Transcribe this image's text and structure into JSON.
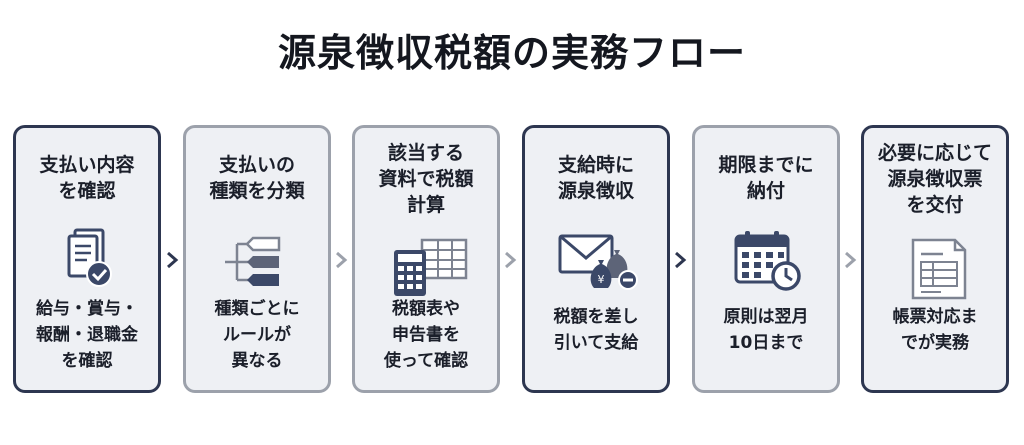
{
  "title": "源泉徴収税額の実務フロー",
  "steps": [
    {
      "heading": [
        "支払い内容",
        "を確認"
      ],
      "icon": "document-check-icon",
      "detail": [
        "給与・賞与・",
        "報酬・退職金",
        "を確認"
      ]
    },
    {
      "heading": [
        "支払いの",
        "種類を分類"
      ],
      "icon": "tag-branch-icon",
      "detail": [
        "種類ごとに",
        "ルールが",
        "異なる"
      ]
    },
    {
      "heading": [
        "該当する",
        "資料で税額",
        "計算"
      ],
      "icon": "calculator-table-icon",
      "detail": [
        "税額表や",
        "申告書を",
        "使って確認"
      ]
    },
    {
      "heading": [
        "支給時に",
        "源泉徴収"
      ],
      "icon": "envelope-money-bag-icon",
      "detail": [
        "税額を差し",
        "引いて支給"
      ]
    },
    {
      "heading": [
        "期限までに",
        "納付"
      ],
      "icon": "calendar-clock-icon",
      "detail": [
        "原則は翌月",
        "10日まで"
      ]
    },
    {
      "heading": [
        "必要に応じて",
        "源泉徴収票",
        "を交付"
      ],
      "icon": "form-document-icon",
      "detail": [
        "帳票対応ま",
        "でが実務"
      ]
    }
  ],
  "colors": {
    "dark_border": "#2d3650",
    "light_border": "#9ca1ab",
    "card_bg": "#eef0f4",
    "icon_dark": "#3b4868",
    "icon_light": "#7d8391"
  }
}
